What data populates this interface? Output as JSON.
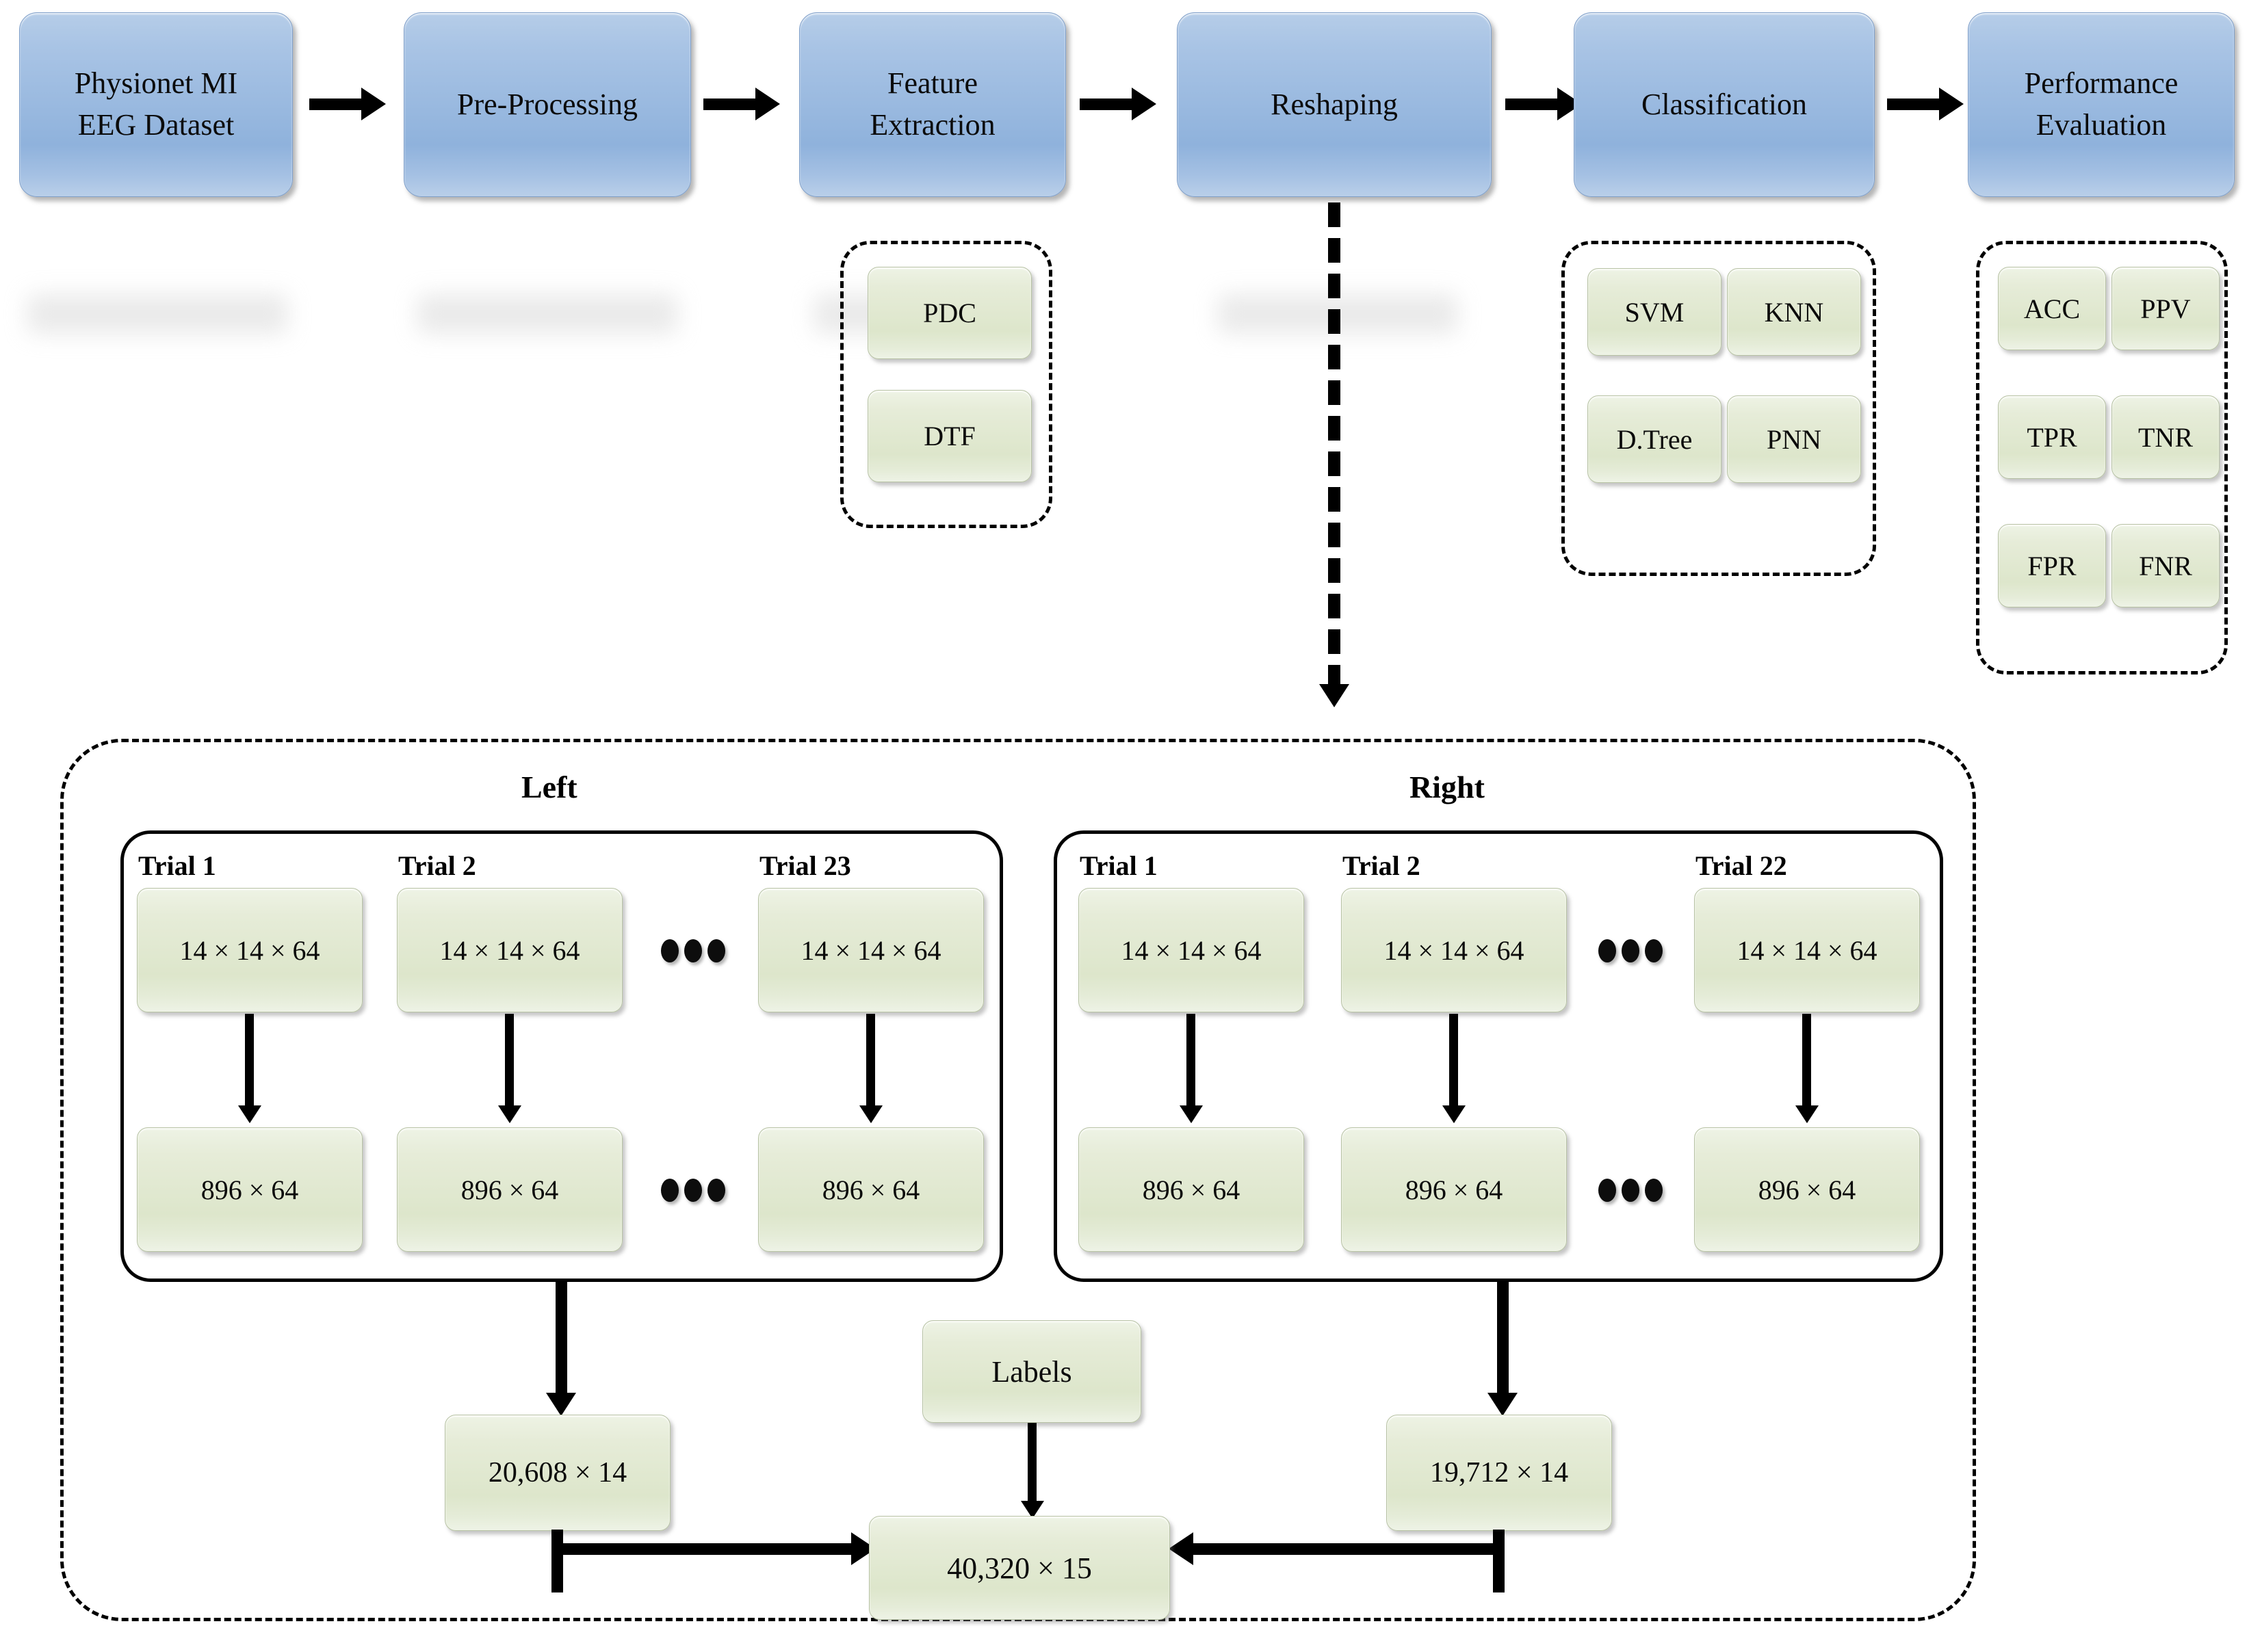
{
  "pipeline": {
    "stages": [
      {
        "id": "dataset",
        "label": "Physionet MI\nEEG Dataset",
        "line1": "Physionet MI",
        "line2": "EEG Dataset"
      },
      {
        "id": "preprocessing",
        "label": "Pre-Processing",
        "line1": "Pre-Processing",
        "line2": ""
      },
      {
        "id": "feature-extraction",
        "label": "Feature Extraction",
        "line1": "Feature",
        "line2": "Extraction"
      },
      {
        "id": "reshaping",
        "label": "Reshaping",
        "line1": "Reshaping",
        "line2": ""
      },
      {
        "id": "classification",
        "label": "Classification",
        "line1": "Classification",
        "line2": ""
      },
      {
        "id": "performance-evaluation",
        "label": "Performance Evaluation",
        "line1": "Performance",
        "line2": "Evaluation"
      }
    ]
  },
  "feature_methods": [
    "PDC",
    "DTF"
  ],
  "classifiers": [
    "SVM",
    "KNN",
    "D.Tree",
    "PNN"
  ],
  "metrics": [
    "ACC",
    "PPV",
    "TPR",
    "TNR",
    "FPR",
    "FNR"
  ],
  "reshaping": {
    "groups": [
      {
        "name": "Left",
        "trials": [
          {
            "label": "Trial 1",
            "input": "14 × 14 × 64",
            "output": "896 × 64"
          },
          {
            "label": "Trial 2",
            "input": "14 × 14 × 64",
            "output": "896 × 64"
          },
          {
            "label": "Trial 23",
            "input": "14 × 14 × 64",
            "output": "896 × 64"
          }
        ],
        "aggregate": "20,608 × 14"
      },
      {
        "name": "Right",
        "trials": [
          {
            "label": "Trial 1",
            "input": "14 × 14 × 64",
            "output": "896 × 64"
          },
          {
            "label": "Trial 2",
            "input": "14 × 14 × 64",
            "output": "896 × 64"
          },
          {
            "label": "Trial 22",
            "input": "14 × 14 × 64",
            "output": "896 × 64"
          }
        ],
        "aggregate": "19,712 × 14"
      }
    ],
    "labels_box": "Labels",
    "final": "40,320 × 15"
  },
  "colors": {
    "stage_blue": "#a9c4e5",
    "sub_green": "#e2e9d4",
    "outline": "#000000"
  }
}
